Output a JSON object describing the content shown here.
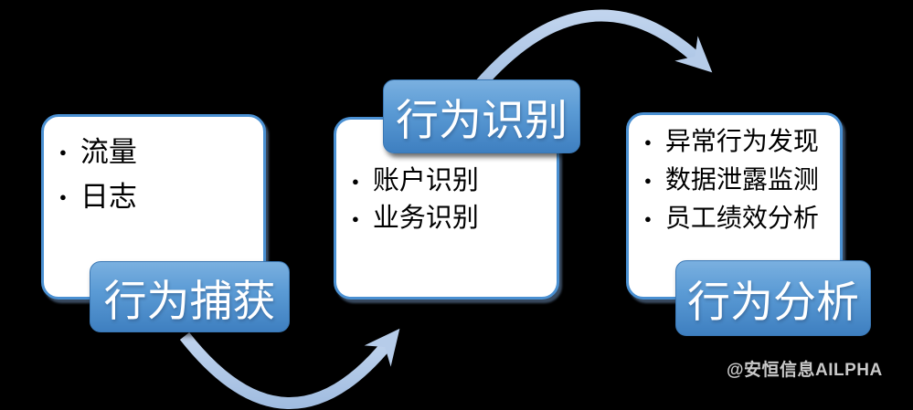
{
  "diagram": {
    "stages": [
      {
        "banner": "行为捕获",
        "items": [
          "流量",
          "日志"
        ]
      },
      {
        "banner": "行为识别",
        "items": [
          "账户识别",
          "业务识别"
        ]
      },
      {
        "banner": "行为分析",
        "items": [
          "异常行为发现",
          "数据泄露监测",
          "员工绩效分析"
        ]
      }
    ]
  },
  "watermark": {
    "text": "@安恒信息AILPHA"
  },
  "colors": {
    "background": "#000000",
    "box_fill": "#ffffff",
    "box_border": "#4a90d2",
    "banner_gradient_top": "#7ab0e0",
    "banner_gradient_bottom": "#3e7fc0",
    "banner_text": "#ffffff",
    "body_text": "#000000",
    "arrow": "#b6cce9",
    "watermark_text": "#c9c9c9"
  }
}
